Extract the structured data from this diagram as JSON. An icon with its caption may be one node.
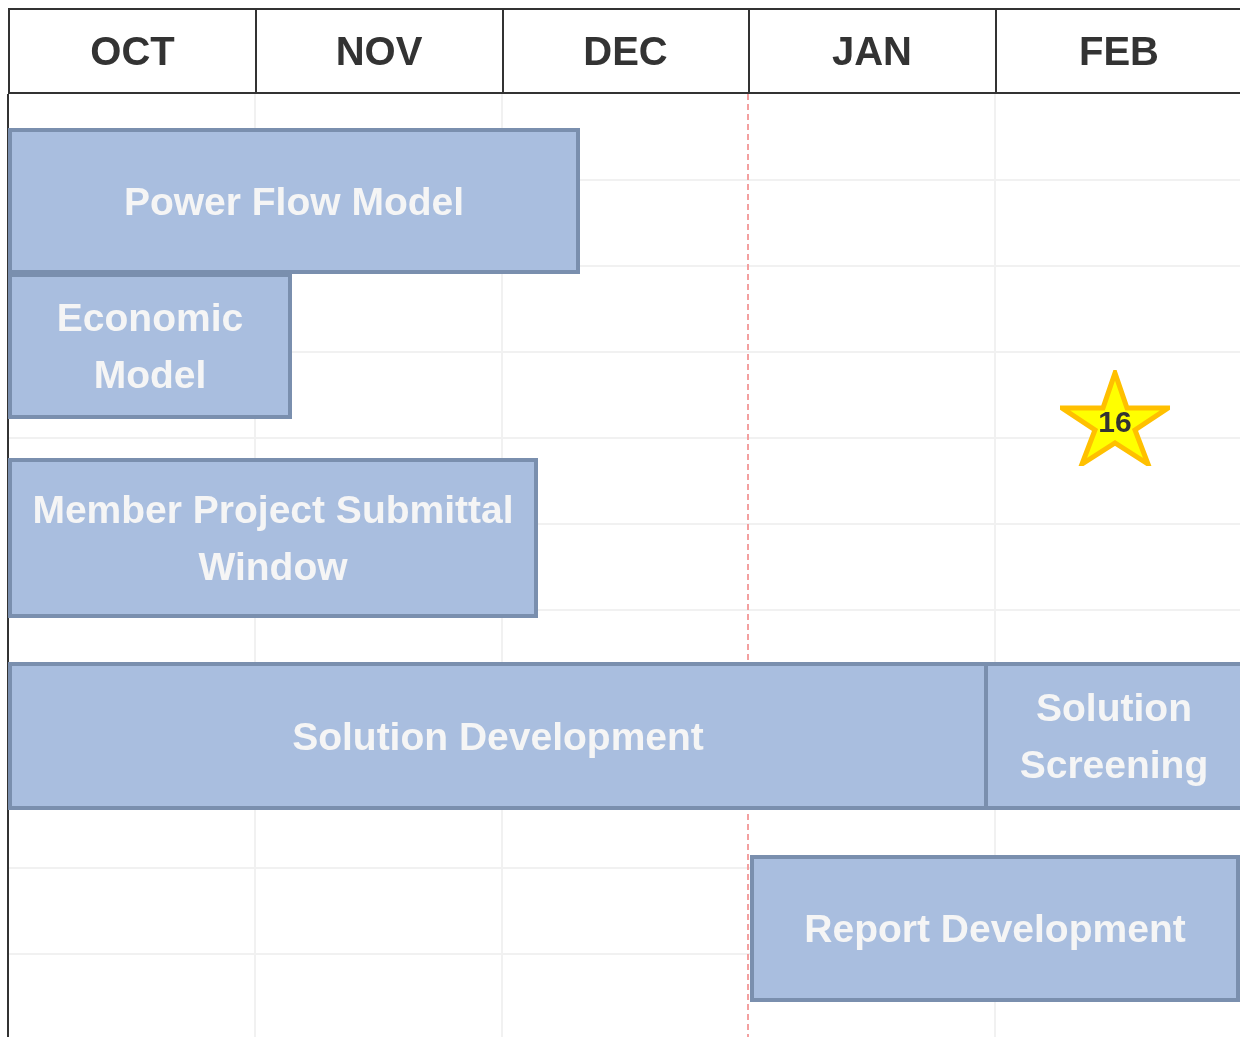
{
  "diagram": {
    "nodes": [
      {
        "text": [
          "Power Flow Model"
        ]
      },
      {
        "text": [
          "Economic Model"
        ]
      },
      {
        "text": [
          "Member Project Submittal Window"
        ]
      },
      {
        "text": [
          "Solution Development"
        ]
      },
      {
        "text": [
          "Solution Screening"
        ]
      },
      {
        "text": [
          "Report Development"
        ]
      },
      {
        "text": [
          "16"
        ]
      }
    ],
    "edges": [],
    "labels": [
      "OCT",
      "NOV",
      "DEC",
      "JAN",
      "FEB"
    ]
  }
}
